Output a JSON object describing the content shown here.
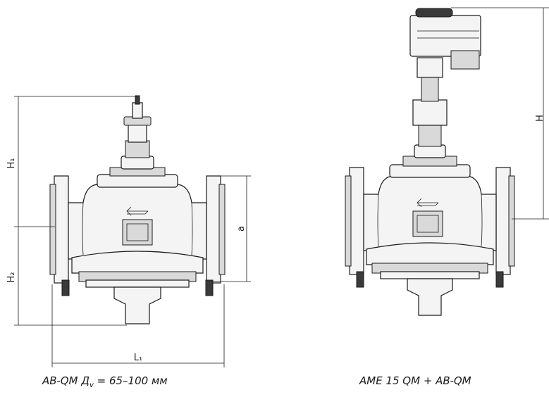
{
  "dimension_labels": {
    "h1": "H₁",
    "h2": "H₂",
    "a": "a",
    "l1": "L₁",
    "h_right": "H"
  },
  "captions": {
    "left_prefix": "AB-QM Д",
    "left_sub": "v",
    "left_suffix": " = 65–100 мм",
    "right": "AME 15 QM + AB-QM"
  },
  "colors": {
    "line": "#1a1a1a",
    "body": "#f4f4f4",
    "shade": "#d9d9d9",
    "dark": "#3a3a3a"
  }
}
